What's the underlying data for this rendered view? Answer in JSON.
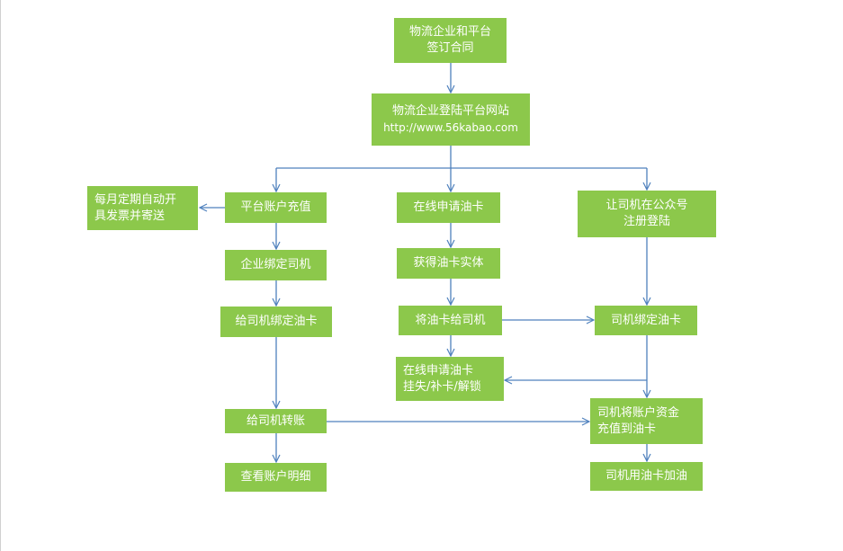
{
  "colors": {
    "box": "#8cc84b",
    "connector": "#4f81bd",
    "text": "#ffffff"
  },
  "nodes": {
    "contract": [
      "物流企业和平台",
      "签订合同"
    ],
    "login": [
      "物流企业登陆平台网站",
      "http://www.56kabao.com"
    ],
    "recharge": "平台账户充值",
    "invoice": [
      "每月定期自动开",
      "具发票并寄送"
    ],
    "apply_card": "在线申请油卡",
    "driver_register": [
      "让司机在公众号",
      "注册登陆"
    ],
    "bind_driver": "企业绑定司机",
    "get_card": "获得油卡实体",
    "bind_card_for_driver": "给司机绑定油卡",
    "give_card": "将油卡给司机",
    "driver_bind_card": "司机绑定油卡",
    "card_service": [
      "在线申请油卡",
      "挂失/补卡/解锁"
    ],
    "transfer": "给司机转账",
    "driver_topup": [
      "司机将账户资金",
      "充值到油卡"
    ],
    "view_details": "查看账户明细",
    "refuel": "司机用油卡加油"
  }
}
